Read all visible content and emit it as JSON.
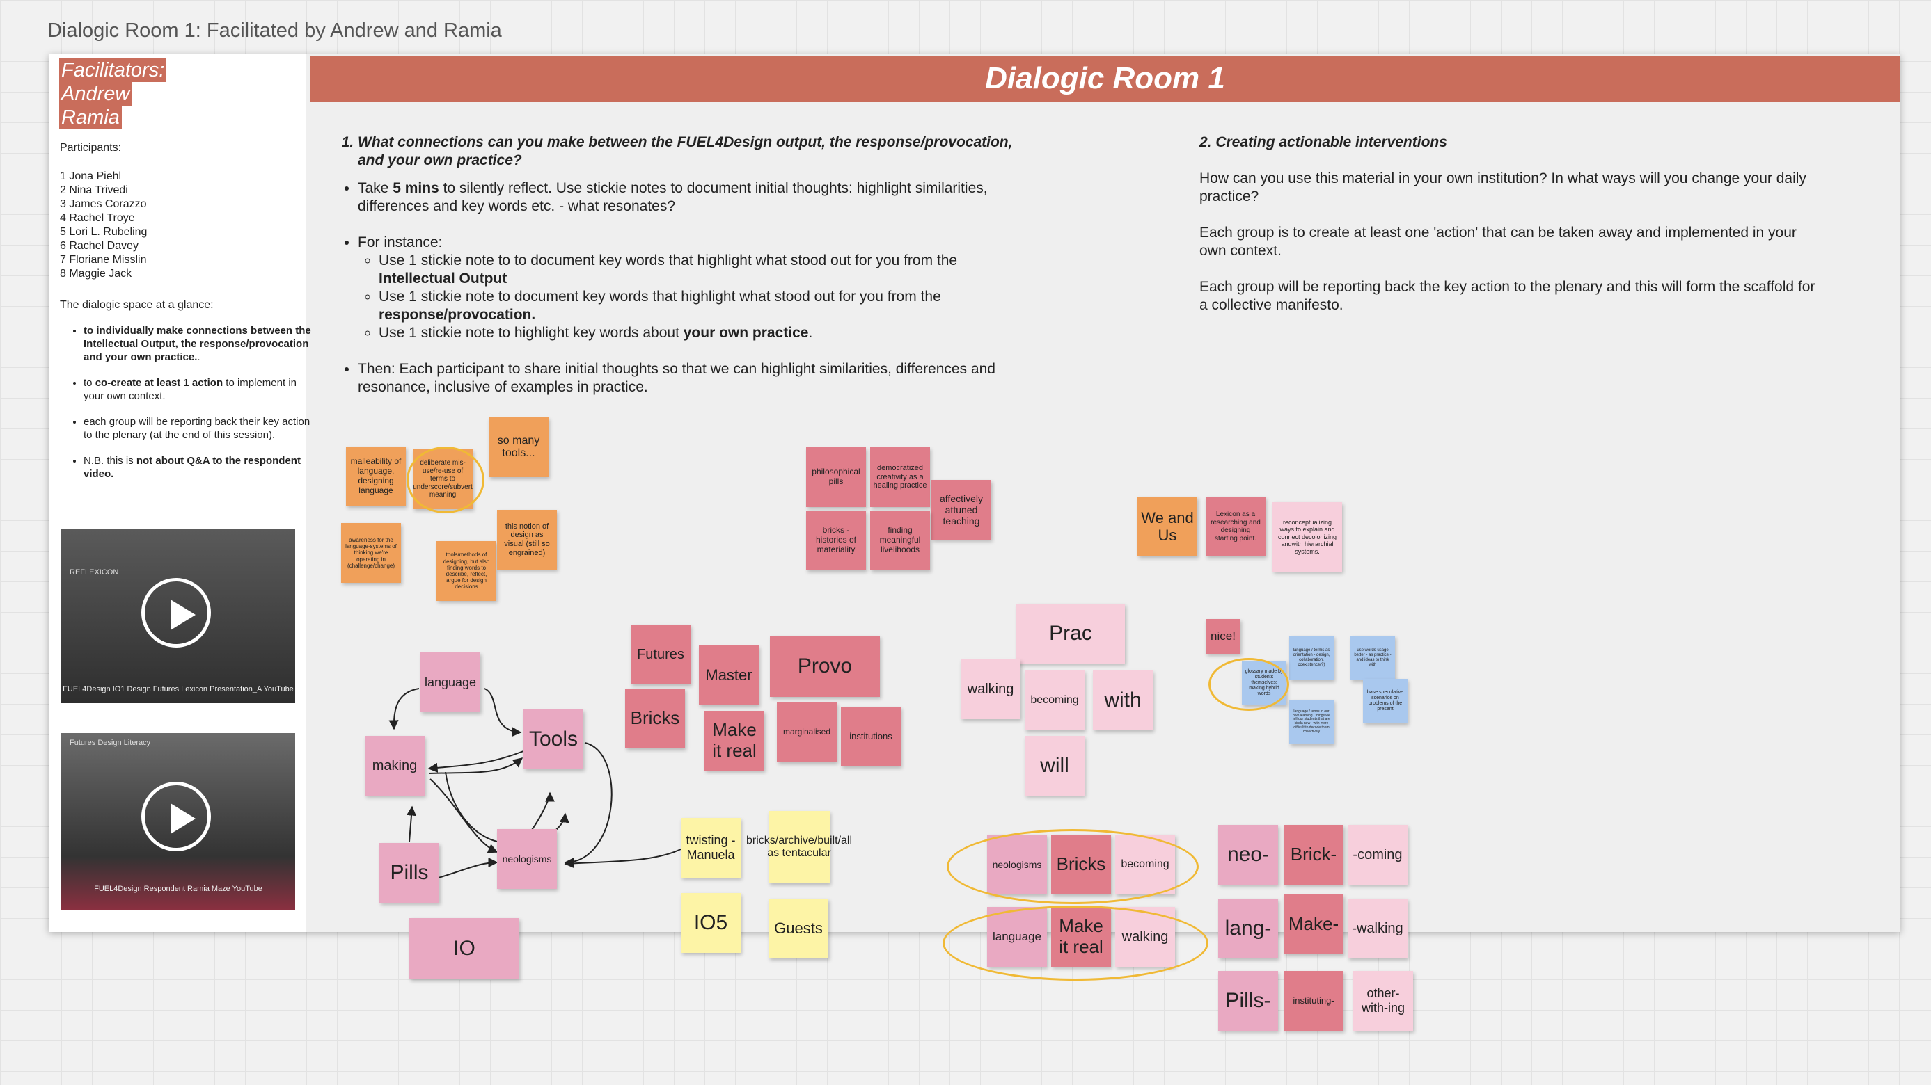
{
  "board": {
    "title": "Dialogic Room 1: Facilitated by Andrew and Ramia"
  },
  "frame": {
    "banner": "Dialogic Room 1"
  },
  "sidebar": {
    "facilitators": [
      "Facilitators:",
      "Andrew",
      "Ramia"
    ],
    "participants_label": "Participants:",
    "participants": [
      "1 Jona Piehl",
      "2 Nina Trivedi",
      "3 James Corazzo",
      "4 Rachel Troye",
      "5 Lori L. Rubeling",
      "6 Rachel Davey",
      "7 Floriane Misslin",
      "8 Maggie Jack"
    ],
    "glance_label": "The dialogic space at a glance:",
    "bullets": {
      "b1_bold": "to individually make connections between the Intellectual Output, the response/provocation and your own practice.",
      "b1_rest": ".",
      "b2_pre": "to ",
      "b2_bold": "co-create at least 1 action",
      "b2_post": " to implement in your own context.",
      "b3": "each group will be reporting back their key action to the plenary (at the end of this session).",
      "b4_pre": "N.B. this is ",
      "b4_bold": "not about Q&A to the respondent video."
    },
    "video1": {
      "label": "REFLEXICON",
      "caption": "FUEL4Design IO1 Design Futures Lexicon Presentation_A YouTube"
    },
    "video2": {
      "label": "Futures Design Literacy",
      "caption": "FUEL4Design Respondent Ramia Maze YouTube"
    }
  },
  "instructions": {
    "q1": "What connections can you make between the FUEL4Design output, the response/provocation, and your own practice?",
    "b1_pre": "Take ",
    "b1_bold": "5 mins",
    "b1_post": " to silently reflect. Use stickie notes to document initial thoughts: highlight similarities, differences and key words etc. - what resonates?",
    "b2": "For instance:",
    "s1_pre": "Use 1 stickie note to to document key words that highlight what stood out for you from the ",
    "s1_bold": "Intellectual Output",
    "s2_pre": "Use 1 stickie note to document key words that highlight what stood out for you from the ",
    "s2_bold": "response/provocation.",
    "s3_pre": "Use 1 stickie note to highlight key words about ",
    "s3_bold": "your own practice",
    "s3_post": ".",
    "b3": "Then: Each participant to share initial thoughts so that we can highlight similarities, differences and resonance, inclusive of examples in practice.",
    "q2": "2. Creating actionable interventions",
    "p1": "How can you use this material in your own institution? In what ways will you change your daily practice?",
    "p2": "Each group is to create at least one 'action' that can be taken away and implemented in your own context.",
    "p3": "Each group will be reporting back the key action to the plenary and this will form the scaffold for a collective manifesto."
  },
  "notes": {
    "o1": "malleability of language, designing language",
    "o2": "deliberate mis-use/re-use of terms to underscore/subvert meaning",
    "o3": "so many tools...",
    "o4": "awareness for the language-systems of thinking we're operating in (challenge/change)",
    "o5": "tools/methods of designing, but also finding words to describe, reflect, argue for design decisions",
    "o6": "this notion of design as visual (still so engrained)",
    "r1": "philosophical pills",
    "r2": "democratized creativity as a healing practice",
    "r3": "affectively attuned teaching",
    "r4": "bricks - histories of materiality",
    "r5": "finding meaningful livelihoods",
    "o7": "We and Us",
    "r6": "Lexicon as a researching and designing starting point.",
    "p1": "reconceptualizing ways to explain and connect decolonizing andwith hierarchial systems.",
    "r7": "nice!",
    "u1": "language / terms as orientation - design, collaboration, coexistence(?)",
    "u2": "use words usage better  - as practice - and ideas to think with",
    "u3": "glossary made by students themselves: making hybrid words",
    "u4": "base speculative scenarios on problems of the present",
    "u5": "language / terms in our own learning / things we tell our students that are kinda new - with more difficult to decode them collectively",
    "w1": "language",
    "w2": "making",
    "w3": "Tools",
    "w4": "Pills",
    "w5": "neologisms",
    "w6": "IO",
    "w7": "Futures",
    "w8": "Master",
    "w9": "Provo",
    "w10": "Bricks",
    "w11": "Make it real",
    "w12": "marginalised",
    "w13": "institutions",
    "y1": "twisting - Manuela",
    "y2": "bricks/archive/built/all as tentacular",
    "y3": "IO5",
    "y4": "Guests",
    "k1": "Prac",
    "k2": "walking",
    "k3": "becoming",
    "k4": "with",
    "k5": "will",
    "c1": "neologisms",
    "c2": "Bricks",
    "c3": "becoming",
    "c4": "language",
    "c5": "Make it real",
    "c6": "walking",
    "d1": "neo-",
    "d2": "Brick-",
    "d3": "-coming",
    "d4": "lang-",
    "d5": "Make-",
    "d6": "-walking",
    "d7": "Pills-",
    "d8": "instituting-",
    "d9": "other-with-ing"
  },
  "colors": {
    "banner": "#c96d5b",
    "orange_note": "#f0a05a",
    "red_note": "#e07d8a",
    "pink_note": "#f7cfdc",
    "yellow_note": "#fdf4a6",
    "blue_note": "#a9c8ee",
    "highlight_circle": "#f0b935"
  }
}
